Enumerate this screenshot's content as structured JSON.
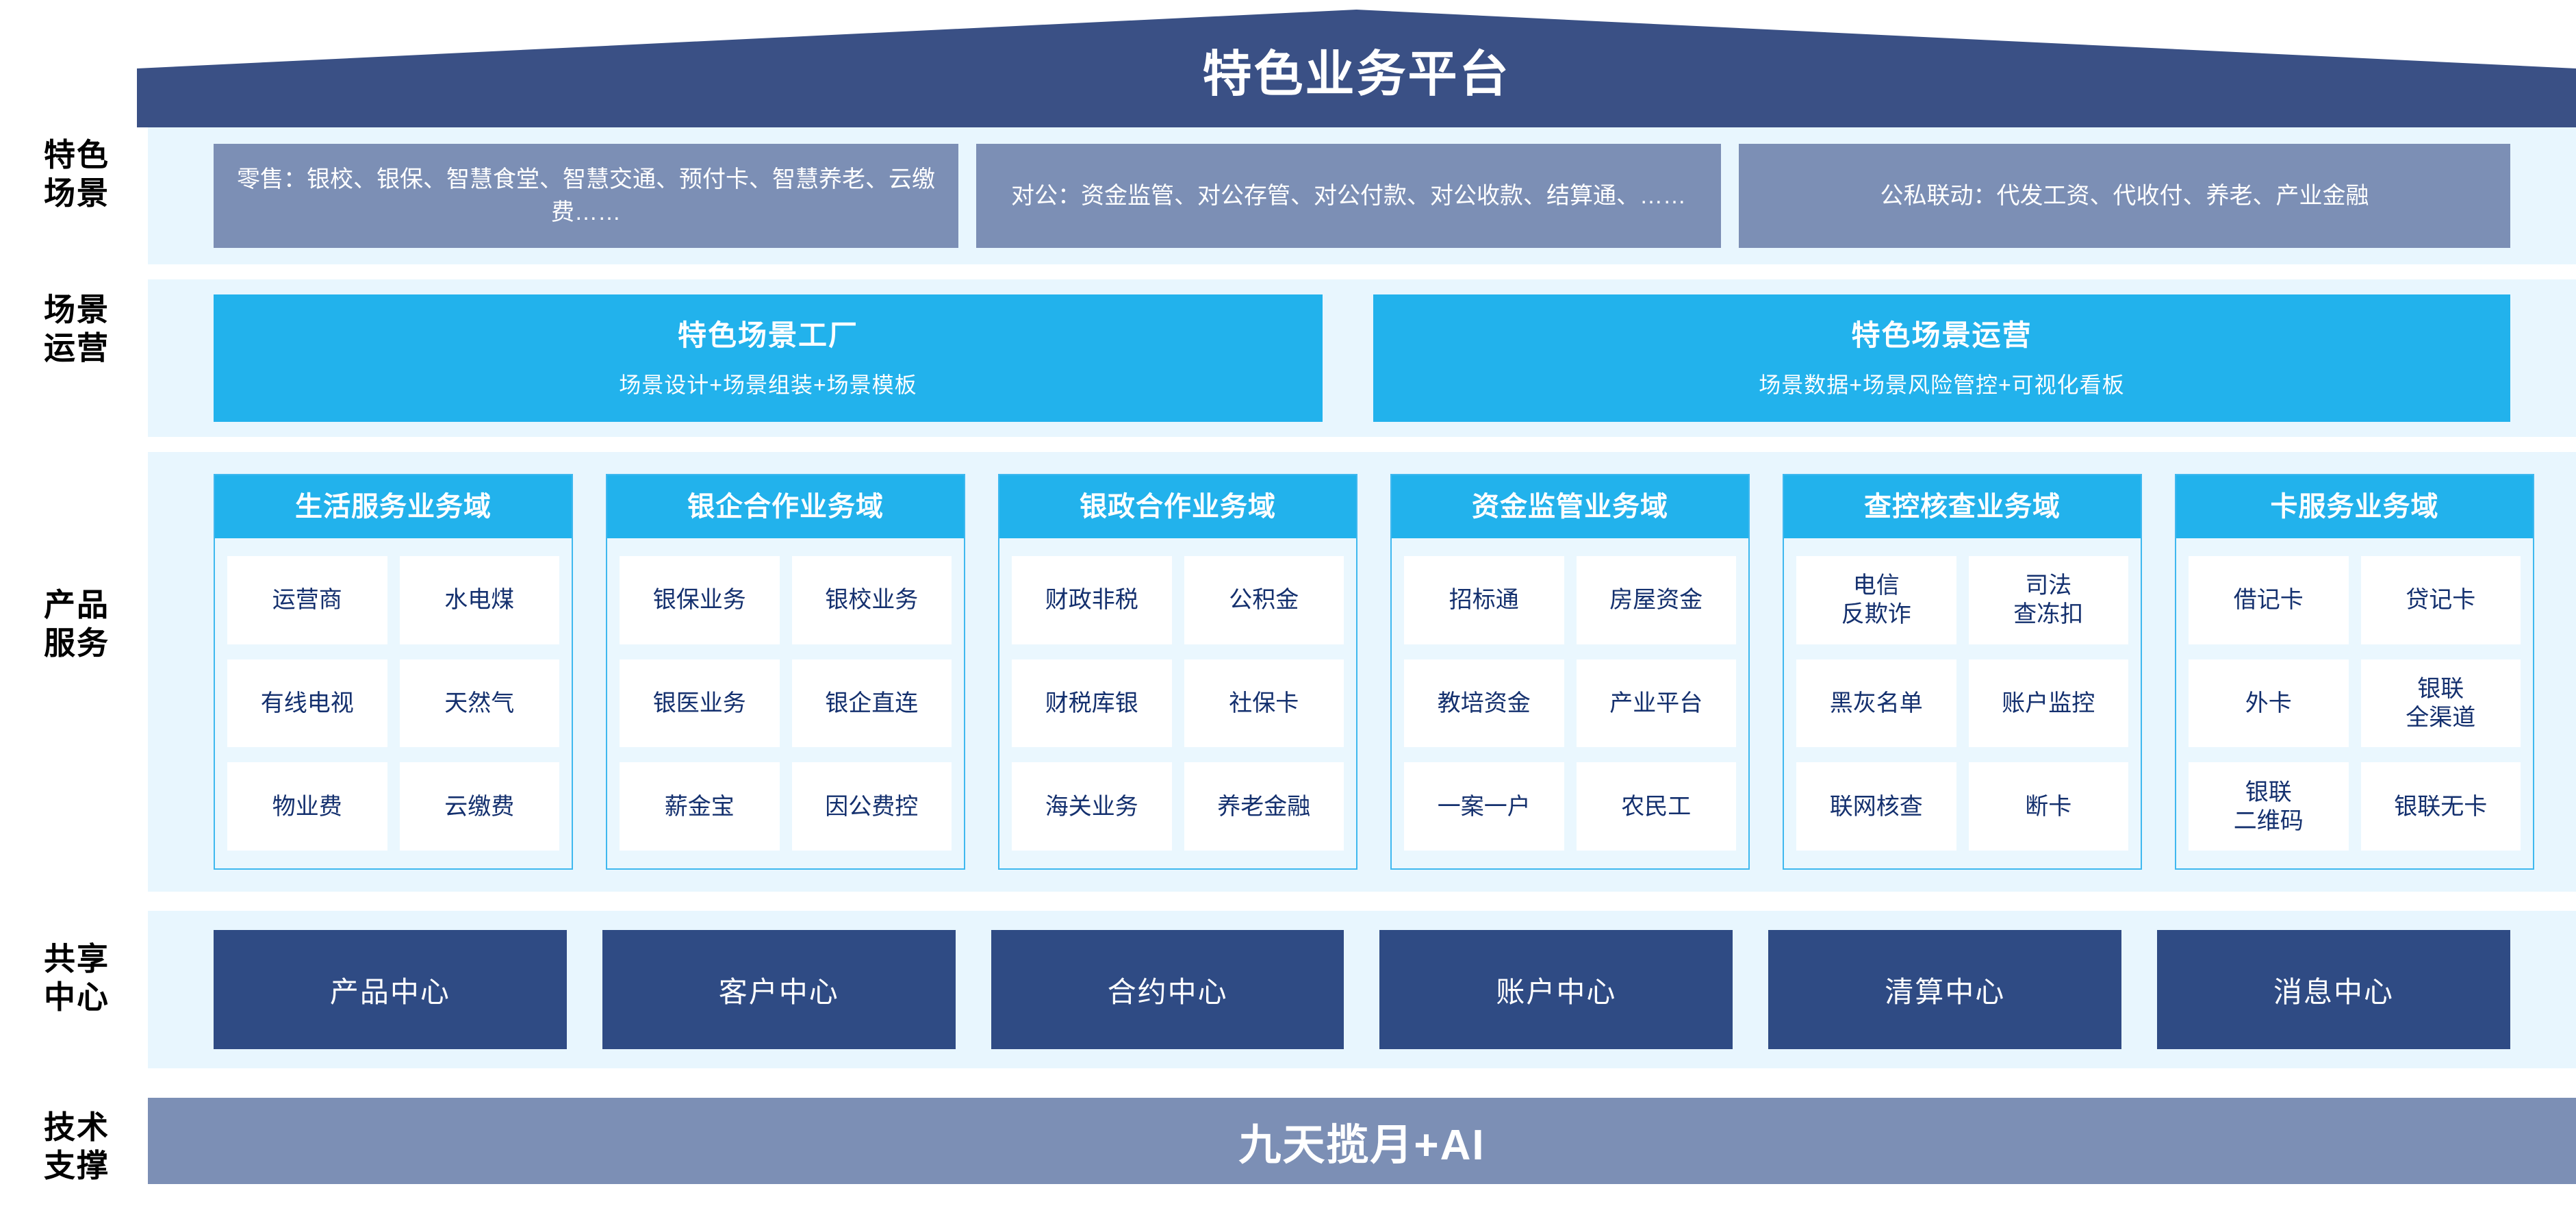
{
  "header": {
    "title": "特色业务平台",
    "banner_color": "#3a5085"
  },
  "rows": {
    "scenarios_label": [
      "特色",
      "场景"
    ],
    "operations_label": [
      "场景",
      "运营"
    ],
    "products_label": [
      "产品",
      "服务"
    ],
    "centers_label": [
      "共享",
      "中心"
    ],
    "tech_label": [
      "技术",
      "支撑"
    ]
  },
  "scenarios": [
    {
      "name": "retail-scenarios",
      "text": "零售：银校、银保、智慧食堂、智慧交通、预付卡、智慧养老、云缴费……"
    },
    {
      "name": "corporate-scenarios",
      "text": "对公：资金监管、对公存管、对公付款、对公收款、结算通、……"
    },
    {
      "name": "public-private-scenarios",
      "text": "公私联动：代发工资、代收付、养老、产业金融"
    }
  ],
  "operations": [
    {
      "name": "scenario-factory",
      "title": "特色场景工厂",
      "subtitle": "场景设计+场景组装+场景模板"
    },
    {
      "name": "scenario-operation",
      "title": "特色场景运营",
      "subtitle": "场景数据+场景风险管控+可视化看板"
    }
  ],
  "domains": [
    {
      "name": "life-service-domain",
      "title": "生活服务业务域",
      "rows": [
        [
          {
            "lines": [
              "运营商"
            ]
          },
          {
            "lines": [
              "水电煤"
            ]
          }
        ],
        [
          {
            "lines": [
              "有线电视"
            ]
          },
          {
            "lines": [
              "天然气"
            ]
          }
        ],
        [
          {
            "lines": [
              "物业费"
            ]
          },
          {
            "lines": [
              "云缴费"
            ]
          }
        ]
      ]
    },
    {
      "name": "bank-enterprise-domain",
      "title": "银企合作业务域",
      "rows": [
        [
          {
            "lines": [
              "银保业务"
            ]
          },
          {
            "lines": [
              "银校业务"
            ]
          }
        ],
        [
          {
            "lines": [
              "银医业务"
            ]
          },
          {
            "lines": [
              "银企直连"
            ]
          }
        ],
        [
          {
            "lines": [
              "薪金宝"
            ]
          },
          {
            "lines": [
              "因公费控"
            ]
          }
        ]
      ]
    },
    {
      "name": "bank-government-domain",
      "title": "银政合作业务域",
      "rows": [
        [
          {
            "lines": [
              "财政非税"
            ]
          },
          {
            "lines": [
              "公积金"
            ]
          }
        ],
        [
          {
            "lines": [
              "财税库银"
            ]
          },
          {
            "lines": [
              "社保卡"
            ]
          }
        ],
        [
          {
            "lines": [
              "海关业务"
            ]
          },
          {
            "lines": [
              "养老金融"
            ]
          }
        ]
      ]
    },
    {
      "name": "fund-supervision-domain",
      "title": "资金监管业务域",
      "rows": [
        [
          {
            "lines": [
              "招标通"
            ]
          },
          {
            "lines": [
              "房屋资金"
            ]
          }
        ],
        [
          {
            "lines": [
              "教培资金"
            ]
          },
          {
            "lines": [
              "产业平台"
            ]
          }
        ],
        [
          {
            "lines": [
              "一案一户"
            ]
          },
          {
            "lines": [
              "农民工"
            ]
          }
        ]
      ]
    },
    {
      "name": "investigation-control-domain",
      "title": "查控核查业务域",
      "rows": [
        [
          {
            "lines": [
              "电信",
              "反欺诈"
            ]
          },
          {
            "lines": [
              "司法",
              "查冻扣"
            ]
          }
        ],
        [
          {
            "lines": [
              "黑灰名单"
            ]
          },
          {
            "lines": [
              "账户监控"
            ]
          }
        ],
        [
          {
            "lines": [
              "联网核查"
            ]
          },
          {
            "lines": [
              "断卡"
            ]
          }
        ]
      ]
    },
    {
      "name": "card-service-domain",
      "title": "卡服务业务域",
      "rows": [
        [
          {
            "lines": [
              "借记卡"
            ]
          },
          {
            "lines": [
              "贷记卡"
            ]
          }
        ],
        [
          {
            "lines": [
              "外卡"
            ]
          },
          {
            "lines": [
              "银联",
              "全渠道"
            ]
          }
        ],
        [
          {
            "lines": [
              "银联",
              "二维码"
            ]
          },
          {
            "lines": [
              "银联无卡"
            ]
          }
        ]
      ]
    }
  ],
  "centers": [
    {
      "name": "product-center",
      "label": "产品中心"
    },
    {
      "name": "customer-center",
      "label": "客户中心"
    },
    {
      "name": "contract-center",
      "label": "合约中心"
    },
    {
      "name": "account-center",
      "label": "账户中心"
    },
    {
      "name": "clearing-center",
      "label": "清算中心"
    },
    {
      "name": "message-center",
      "label": "消息中心"
    }
  ],
  "tech_support": {
    "name": "tech-support-platform",
    "label": "九天揽月+AI"
  },
  "colors": {
    "banner_navy": "#3a5085",
    "band_pale": "#e8f6fe",
    "scenario_gray": "#7c8fb5",
    "accent_cyan": "#22b2ec",
    "domain_border": "#3fb8ef",
    "center_navy": "#2f4b84",
    "cell_text": "#14306e"
  }
}
